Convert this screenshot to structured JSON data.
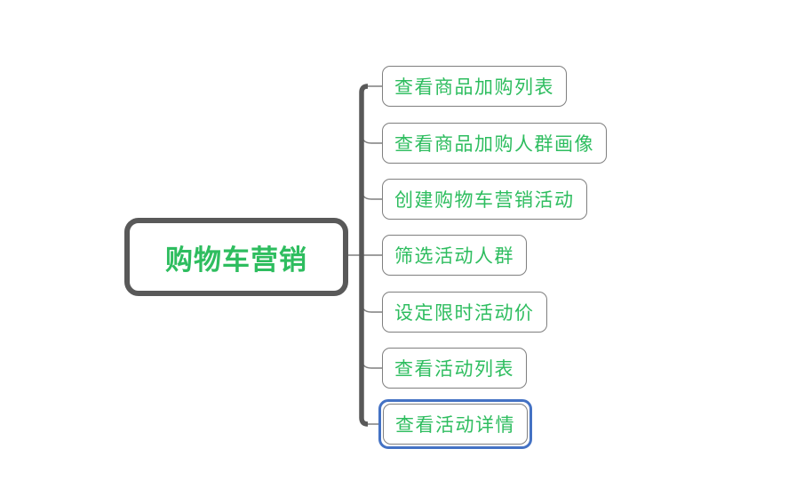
{
  "root": {
    "label": "购物车营销"
  },
  "nodes": [
    {
      "label": "查看商品加购列表"
    },
    {
      "label": "查看商品加购人群画像"
    },
    {
      "label": "创建购物车营销活动"
    },
    {
      "label": "筛选活动人群"
    },
    {
      "label": "设定限时活动价"
    },
    {
      "label": "查看活动列表"
    },
    {
      "label": "查看活动详情",
      "selected": true
    }
  ],
  "colors": {
    "node_text_green": "#2EBD5F",
    "child_border_gray": "#7F7F7F",
    "trunk_gray": "#595959",
    "selection_blue": "#4472C4",
    "background": "#FFFFFF"
  }
}
